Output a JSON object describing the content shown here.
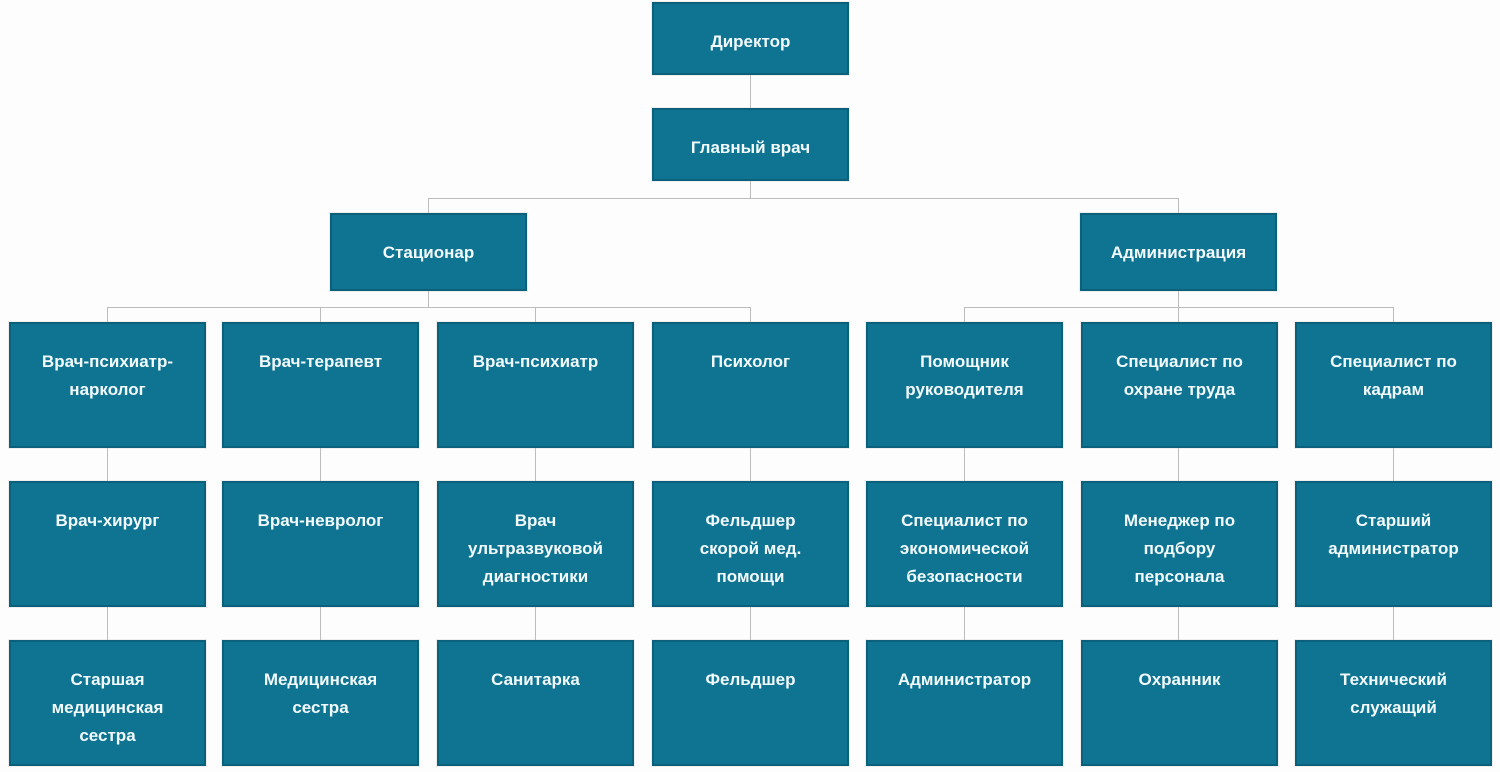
{
  "palette": {
    "node_fill": "#0e7491",
    "node_border": "#0b617b",
    "node_text": "#f2fafd",
    "connector_line": "#bcbcbc",
    "background": "#fdfdfd"
  },
  "org_chart": {
    "type": "org-chart",
    "root": {
      "label": "Директор"
    },
    "level2": {
      "label": "Главный врач"
    },
    "branches": [
      {
        "label": "Стационар"
      },
      {
        "label": "Администрация"
      }
    ],
    "columns": [
      {
        "branch": "Стационар",
        "row1": "Врач-психиатр-нарколог",
        "row2": "Врач-хирург",
        "row3": "Старшая медицинская сестра"
      },
      {
        "branch": "Стационар",
        "row1": "Врач-терапевт",
        "row2": "Врач-невролог",
        "row3": "Медицинская сестра"
      },
      {
        "branch": "Стационар",
        "row1": "Врач-психиатр",
        "row2": "Врач ультразвуковой диагностики",
        "row3": "Санитарка"
      },
      {
        "branch": "Стационар",
        "row1": "Психолог",
        "row2": "Фельдшер скорой мед. помощи",
        "row3": "Фельдшер"
      },
      {
        "branch": "Администрация",
        "row1": "Помощник руководителя",
        "row2": "Специалист по экономической безопасности",
        "row3": "Администратор"
      },
      {
        "branch": "Администрация",
        "row1": "Специалист по охране труда",
        "row2": "Менеджер по подбору персонала",
        "row3": "Охранник"
      },
      {
        "branch": "Администрация",
        "row1": "Специалист по кадрам",
        "row2": "Старший администратор",
        "row3": "Технический служащий"
      }
    ]
  }
}
